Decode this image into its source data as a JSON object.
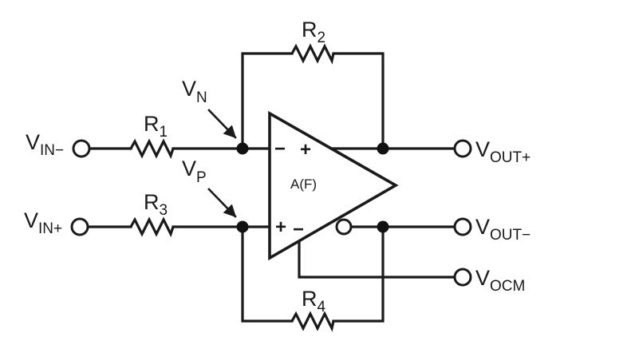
{
  "resistors": {
    "r1": {
      "letter": "R",
      "sub": "1"
    },
    "r2": {
      "letter": "R",
      "sub": "2"
    },
    "r3": {
      "letter": "R",
      "sub": "3"
    },
    "r4": {
      "letter": "R",
      "sub": "4"
    }
  },
  "nodes": {
    "vn": {
      "letter": "V",
      "sub": "N"
    },
    "vp": {
      "letter": "V",
      "sub": "P"
    }
  },
  "terminals": {
    "vin_minus": {
      "letter": "V",
      "sub": "IN−"
    },
    "vin_plus": {
      "letter": "V",
      "sub": "IN+"
    },
    "vout_plus": {
      "letter": "V",
      "sub": "OUT+"
    },
    "vout_minus": {
      "letter": "V",
      "sub": "OUT−"
    },
    "vocm": {
      "letter": "V",
      "sub": "OCM"
    }
  },
  "amplifier": {
    "name": "A(F)",
    "in_top_minus": "−",
    "out_top_plus": "+",
    "in_bottom_plus": "+",
    "out_bottom_minus": "−"
  },
  "colors": {
    "line": "#1a1a1a",
    "background": "#ffffff"
  }
}
